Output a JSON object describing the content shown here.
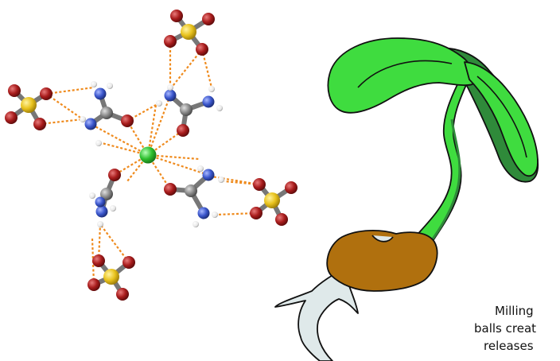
{
  "caption": {
    "line1": "Milling",
    "line2": "balls creat",
    "line3": "releases"
  },
  "colors": {
    "sulfur": "#e8c21c",
    "oxygen": "#a81c1c",
    "nitrogen": "#3a56cc",
    "carbon": "#8a8a8a",
    "hydrogen": "#f0f0f0",
    "metal": "#2fc02f",
    "bond": "#ef8b1e",
    "leaf_light": "#3fdc3f",
    "leaf_dark": "#2f8a3a",
    "seed": "#b0700e",
    "root": "#dfe9ea",
    "outline": "#111111"
  }
}
